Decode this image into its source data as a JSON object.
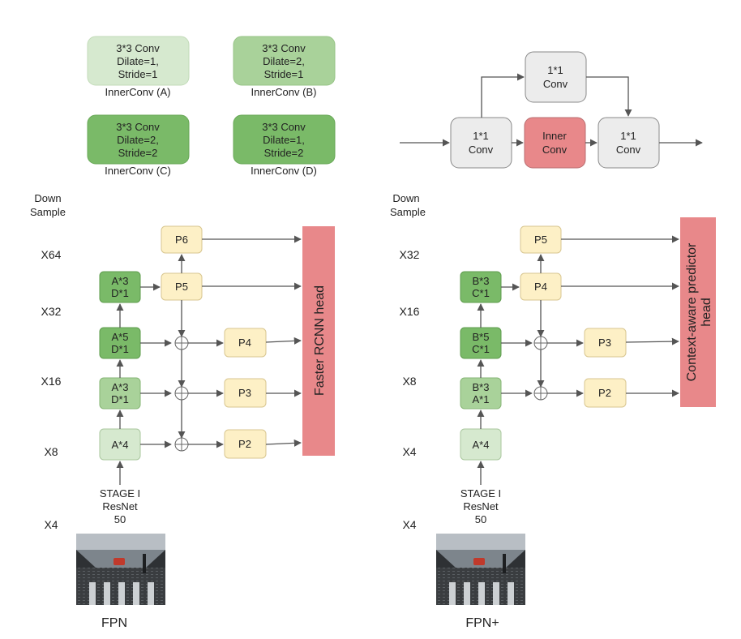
{
  "legend": {
    "A": {
      "line1": "3*3 Conv",
      "line2": "Dilate=1,",
      "line3": "Stride=1",
      "caption": "InnerConv (A)"
    },
    "B": {
      "line1": "3*3 Conv",
      "line2": "Dilate=2,",
      "line3": "Stride=1",
      "caption": "InnerConv (B)"
    },
    "C": {
      "line1": "3*3 Conv",
      "line2": "Dilate=2,",
      "line3": "Stride=2",
      "caption": "InnerConv (C)"
    },
    "D": {
      "line1": "3*3 Conv",
      "line2": "Dilate=1,",
      "line3": "Stride=2",
      "caption": "InnerConv (D)"
    }
  },
  "block": {
    "top": {
      "line1": "1*1",
      "line2": "Conv"
    },
    "left": {
      "line1": "1*1",
      "line2": "Conv"
    },
    "inner": {
      "line1": "Inner",
      "line2": "Conv"
    },
    "right": {
      "line1": "1*1",
      "line2": "Conv"
    }
  },
  "fpn": {
    "scale_header": {
      "line1": "Down",
      "line2": "Sample"
    },
    "scales": [
      "X64",
      "X32",
      "X16",
      "X8",
      "X4"
    ],
    "backbone": [
      {
        "line1": "A*3",
        "line2": "D*1"
      },
      {
        "line1": "A*5",
        "line2": "D*1"
      },
      {
        "line1": "A*3",
        "line2": "D*1"
      },
      {
        "line1": "A*4",
        "line2": ""
      }
    ],
    "pyramid": [
      "P6",
      "P5",
      "P4",
      "P3",
      "P2"
    ],
    "head": "Faster RCNN head",
    "stage": {
      "line1": "STAGE I",
      "line2": "ResNet",
      "line3": "50"
    },
    "caption": "FPN"
  },
  "fpnplus": {
    "scale_header": {
      "line1": "Down",
      "line2": "Sample"
    },
    "scales": [
      "X32",
      "X16",
      "X8",
      "X4",
      "X4"
    ],
    "backbone": [
      {
        "line1": "B*3",
        "line2": "C*1"
      },
      {
        "line1": "B*5",
        "line2": "C*1"
      },
      {
        "line1": "B*3",
        "line2": "A*1"
      },
      {
        "line1": "A*4",
        "line2": ""
      }
    ],
    "pyramid": [
      "P5",
      "P4",
      "P3",
      "P2"
    ],
    "head": {
      "line1": "Context-aware predictor",
      "line2": "head"
    },
    "stage": {
      "line1": "STAGE I",
      "line2": "ResNet",
      "line3": "50"
    },
    "caption": "FPN+"
  },
  "colors": {
    "light_green": "#d6e9cf",
    "mid_green": "#a9d29a",
    "dark_green": "#7aba68",
    "yellow": "#fdf0c6",
    "gray": "#ececec",
    "pink": "#e8888a",
    "line": "#555555"
  }
}
